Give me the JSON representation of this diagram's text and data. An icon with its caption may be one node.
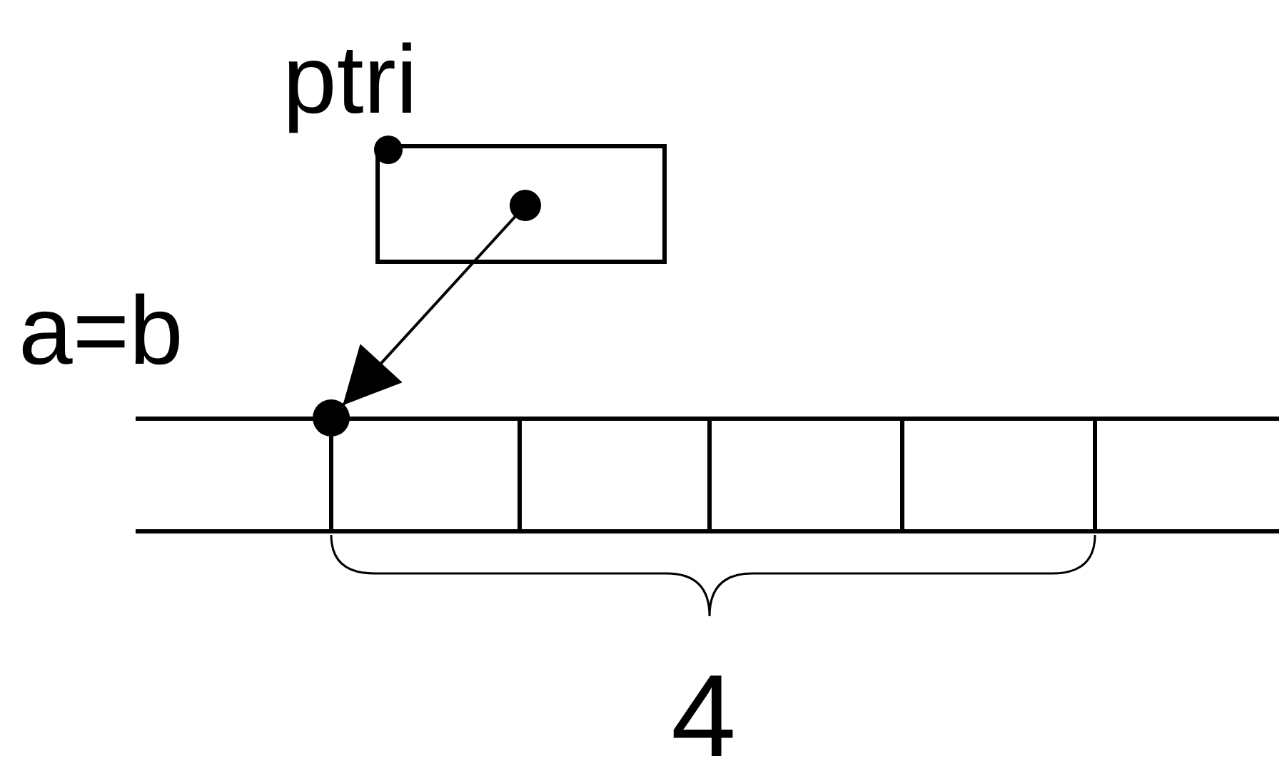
{
  "diagram": {
    "nodes": [
      {
        "text": [
          "ptri"
        ]
      },
      {
        "text": [],
        "shape": "box",
        "beside": [
          "a=b"
        ]
      }
    ],
    "edges": [
      {
        "from": 0,
        "to": 1,
        "arrow": "to"
      }
    ],
    "labels": [
      "4"
    ]
  }
}
